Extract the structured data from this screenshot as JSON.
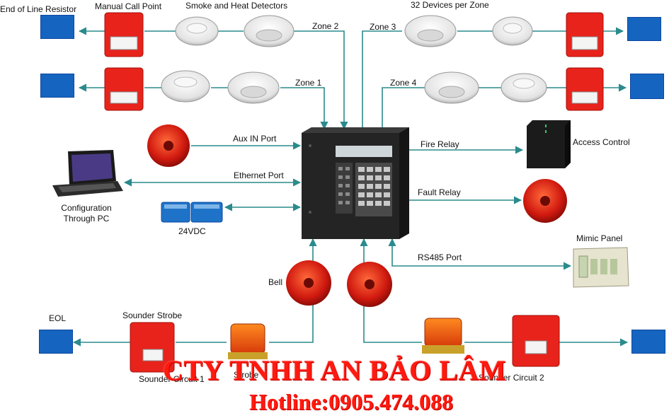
{
  "labels": {
    "end_of_line_resistor": "End of Line Resistor",
    "manual_call_point": "Manual Call Point",
    "smoke_heat_detectors": "Smoke and Heat Detectors",
    "devices_per_zone": "32 Devices per Zone",
    "zone2": "Zone 2",
    "zone3": "Zone 3",
    "zone1": "Zone 1",
    "zone4": "Zone 4",
    "aux_in_port": "Aux IN Port",
    "ethernet_port": "Ethernet Port",
    "fire_relay": "Fire Relay",
    "fault_relay": "Fault Relay",
    "access_control": "Access Control",
    "config_line1": "Configuration",
    "config_line2": "Through PC",
    "vdc": "24VDC",
    "mimic_panel": "Mimic Panel",
    "rs485_port": "RS485 Port",
    "bell": "Bell",
    "eol": "EOL",
    "sounder_strobe": "Sounder Strobe",
    "sounder_circuit_1": "Sounder Circuit 1",
    "strobe": "Strobe",
    "sounder_circuit_2": "Sounder Circuit 2"
  },
  "watermark": {
    "company": "CTY TNHH AN BẢO LÂM",
    "hotline": "Hotline:0905.474.088"
  },
  "colors": {
    "connector": "#2a8a8c",
    "device_red": "#e8231b",
    "eol_blue": "#1565c0",
    "panel": "#2b2b2b",
    "watermark_red": "#ff1a10"
  }
}
